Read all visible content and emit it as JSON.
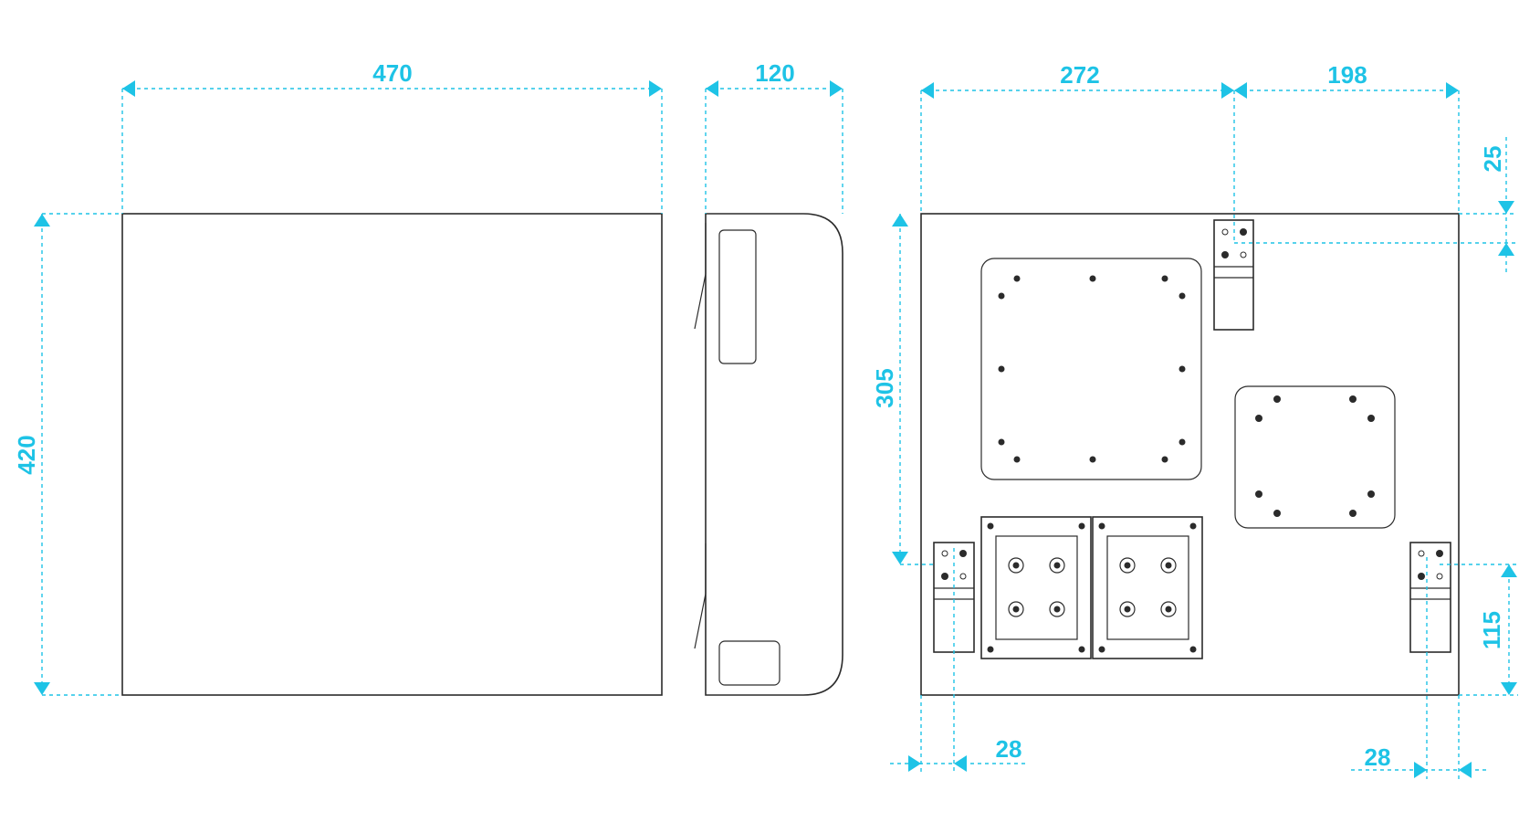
{
  "colors": {
    "dimension": "#1ec3e6",
    "outline": "#2b2b2b",
    "background": "#ffffff"
  },
  "dimensions": {
    "front_width": "470",
    "front_height": "420",
    "side_depth": "120",
    "back_left_span": "272",
    "back_right_span": "198",
    "back_top_offset": "25",
    "back_mount_height": "305",
    "back_bracket_height": "115",
    "back_left_inset": "28",
    "back_right_inset": "28"
  },
  "icons": {
    "arrow": "triangle-arrow-icon",
    "mount_hole": "bolt-hole-icon",
    "connector": "terminal-connector-icon"
  }
}
